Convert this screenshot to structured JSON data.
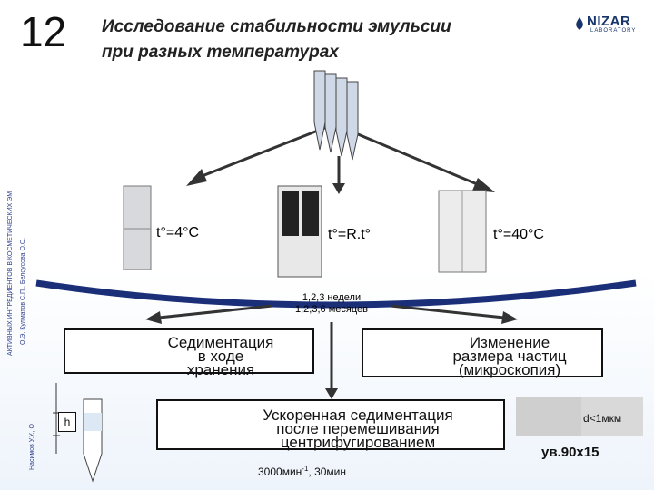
{
  "slide": {
    "number": "12",
    "title_line1": "Исследование стабильности эмульсии",
    "title_line2": "при разных температурах"
  },
  "logo": {
    "name": "NIZAR",
    "sub": "LABORATORY"
  },
  "sidebar": {
    "lines": [
      "АКТИВНЫХ ИНГРЕДИЕНТОВ В КОСМЕТИЧЕСКИХ ЭМ",
      "О.Э. Кулматов С.П., Белоусова О.С.",
      "Насимов У.У., О"
    ]
  },
  "conditions": {
    "cold": "t°=4°C",
    "room": "t°=R.t°",
    "hot": "t°=40°C"
  },
  "periods": {
    "line1": "1,2,3 недели",
    "line2": "1,2,3,6 месяцев"
  },
  "methods": {
    "sedimentation": [
      "Седиментация",
      "в ходе",
      "хранения"
    ],
    "particle": [
      "Изменение",
      "размера частиц",
      "(микроскопия)"
    ],
    "centrifuge": [
      "Ускоренная седиментация",
      "после перемешивания",
      "центрифугированием"
    ]
  },
  "labels": {
    "h": "h",
    "particle_size": "d<1мкм",
    "magnification": "ув.90х15",
    "speed": "3000мин",
    "speed_exp": "-1",
    "speed_time": ", 30мин"
  },
  "colors": {
    "accent": "#17346b",
    "sidebar": "#2d3d8a"
  }
}
